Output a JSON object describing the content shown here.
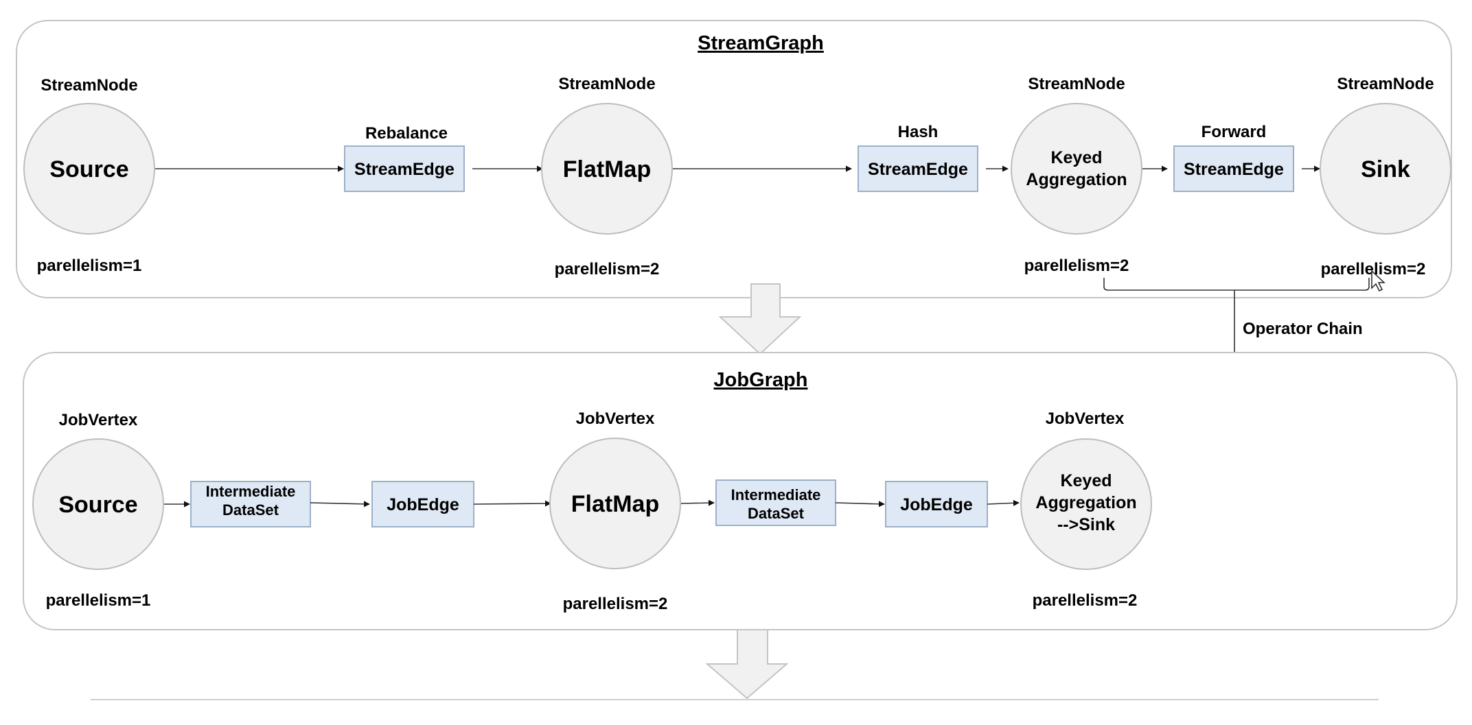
{
  "stream_graph": {
    "title": "StreamGraph",
    "nodes": [
      {
        "type": "StreamNode",
        "name": "Source",
        "parallelism": "parellelism=1"
      },
      {
        "type": "StreamNode",
        "name": "FlatMap",
        "parallelism": "parellelism=2"
      },
      {
        "type": "StreamNode",
        "name_lines": [
          "Keyed",
          "Aggregation"
        ],
        "parallelism": "parellelism=2"
      },
      {
        "type": "StreamNode",
        "name": "Sink",
        "parallelism": "parellelism=2"
      }
    ],
    "edges": [
      {
        "label": "StreamEdge",
        "partition": "Rebalance"
      },
      {
        "label": "StreamEdge",
        "partition": "Hash"
      },
      {
        "label": "StreamEdge",
        "partition": "Forward"
      }
    ]
  },
  "operator_chain": {
    "label": "Operator Chain"
  },
  "job_graph": {
    "title": "JobGraph",
    "vertices": [
      {
        "type": "JobVertex",
        "name": "Source",
        "parallelism": "parellelism=1"
      },
      {
        "type": "JobVertex",
        "name": "FlatMap",
        "parallelism": "parellelism=2"
      },
      {
        "type": "JobVertex",
        "name_lines": [
          "Keyed",
          "Aggregation",
          "-->Sink"
        ],
        "parallelism": "parellelism=2"
      }
    ],
    "datasets": [
      {
        "lines": [
          "Intermediate",
          "DataSet"
        ]
      },
      {
        "lines": [
          "Intermediate",
          "DataSet"
        ]
      }
    ],
    "job_edges": [
      {
        "label": "JobEdge"
      },
      {
        "label": "JobEdge"
      }
    ]
  }
}
